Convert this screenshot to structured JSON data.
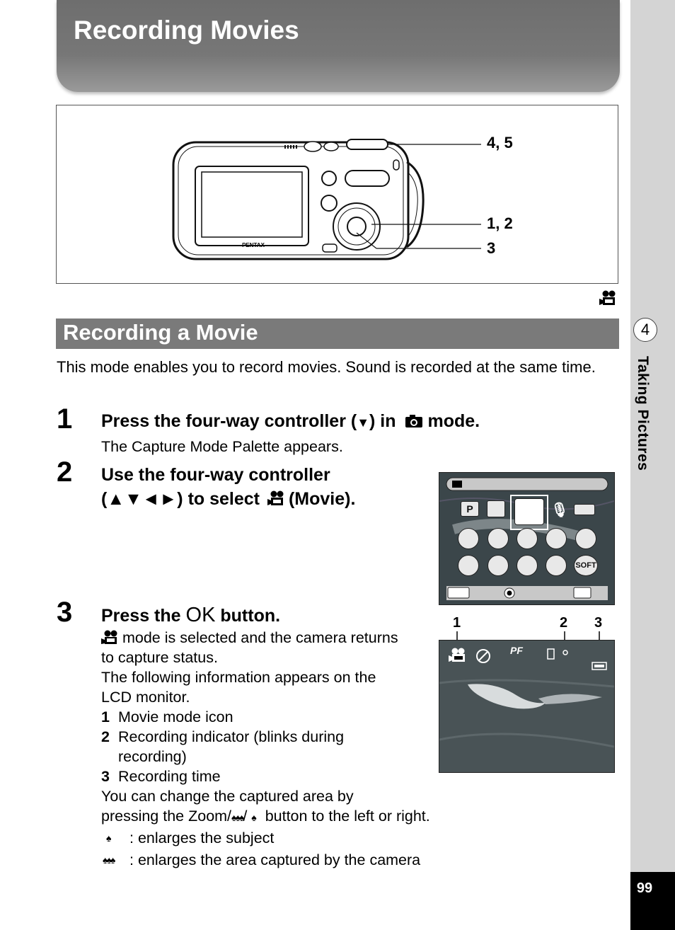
{
  "header": {
    "title": "Recording Movies"
  },
  "camera_diagram": {
    "callouts": [
      "4, 5",
      "1, 2",
      "3"
    ],
    "brand": "PENTAX"
  },
  "section": {
    "title": "Recording a Movie"
  },
  "intro": "This mode enables you to record movies. Sound is recorded at the same time.",
  "steps": [
    {
      "number": "1",
      "title_a": "Press the four-way controller (",
      "title_arrow": "▼",
      "title_b": ") in",
      "title_c": "mode.",
      "body": "The Capture Mode Palette appears."
    },
    {
      "number": "2",
      "title_line1": "Use the four-way controller",
      "title_arrows": "(▲▼◄►) to select",
      "title_c": "(Movie)."
    },
    {
      "number": "3",
      "title_a": "Press the",
      "title_ok": "OK",
      "title_b": "button.",
      "lines": [
        "mode is selected and the camera returns",
        "to capture status.",
        "The following information appears on the",
        "LCD monitor."
      ],
      "items": [
        {
          "num": "1",
          "text": "Movie mode icon"
        },
        {
          "num": "2",
          "text": "Recording indicator (blinks during"
        },
        {
          "num": "",
          "text": "recording)"
        },
        {
          "num": "3",
          "text": "Recording time"
        }
      ],
      "zoom_lines": [
        "You can change the captured area by",
        "pressing the Zoom/",
        "button to the left or right."
      ],
      "zoom_items": [
        {
          "sym": "♣",
          "text": ": enlarges the subject"
        },
        {
          "sym": "♣♣♣",
          "text": ": enlarges the area captured by the camera"
        }
      ]
    }
  ],
  "screen_labels": [
    "1",
    "2",
    "3"
  ],
  "palette": {
    "row1": [
      "P",
      "",
      "",
      "",
      ""
    ],
    "row3_soft": "SOFT"
  },
  "screen2_text": {
    "pf": "PF"
  },
  "sidebar": {
    "chapter": "4",
    "label": "Taking Pictures"
  },
  "page_number": "99"
}
